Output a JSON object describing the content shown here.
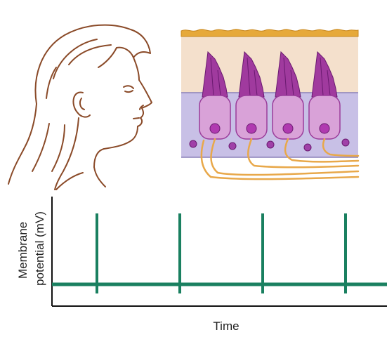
{
  "chart_data": {
    "type": "line",
    "xlabel": "Time",
    "ylabel_lines": [
      "Membrane",
      "potential (mV)"
    ],
    "baseline": 0,
    "spikes": [
      1,
      2,
      3,
      4
    ],
    "grid": false
  },
  "colors": {
    "trace": "#1a8060",
    "skin_outline": "#8a4a28",
    "hair_cell": "#c050b0",
    "hair_cell_dark": "#6a1a70",
    "support_layer": "#c8c0e6",
    "upper_layer": "#f4e0cc",
    "membrane": "#e6a93a",
    "nerve_fiber": "#e8a84a",
    "axis": "#111111"
  },
  "icons": [
    "head-profile-illustration",
    "hair-cell-diagram"
  ]
}
